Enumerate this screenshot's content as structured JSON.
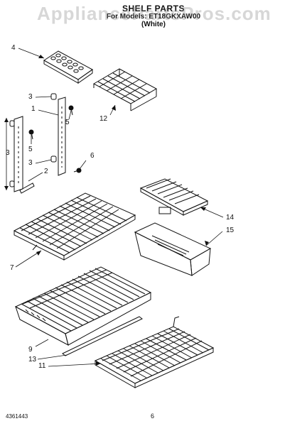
{
  "header": {
    "title": "SHELF PARTS",
    "for_models": "For Models: ET18GKXAW00",
    "color": "(White)"
  },
  "watermark": "AppliancePartsPros.com",
  "callouts": {
    "c1": "1",
    "c2": "2",
    "c3a": "3",
    "c3b": "3",
    "c3c": "3",
    "c4": "4",
    "c5a": "5",
    "c5b": "5",
    "c6": "6",
    "c7": "7",
    "c9": "9",
    "c11": "11",
    "c12": "12",
    "c13": "13",
    "c14": "14",
    "c15": "15"
  },
  "footer": {
    "doc_number": "4361443",
    "page": "6"
  }
}
